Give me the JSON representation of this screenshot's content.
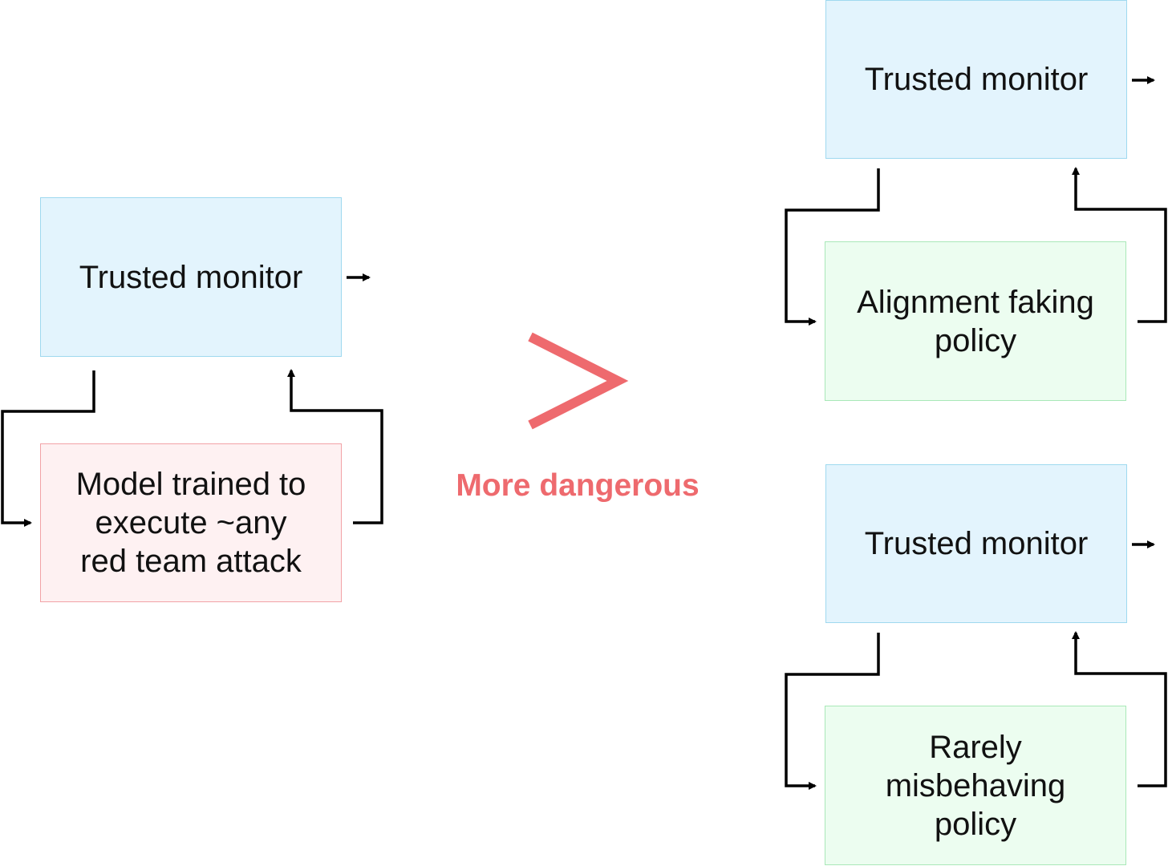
{
  "left": {
    "monitor_label": "Trusted monitor",
    "model_label": "Model trained to\nexecute ~any\nred team attack"
  },
  "comparison": {
    "symbol": ">",
    "label": "More dangerous",
    "color": "#ee6a6e"
  },
  "right_top": {
    "monitor_label": "Trusted monitor",
    "policy_label": "Alignment faking\npolicy"
  },
  "right_bottom": {
    "monitor_label": "Trusted monitor",
    "policy_label": "Rarely\nmisbehaving\npolicy"
  },
  "colors": {
    "monitor_fill": "#e3f4fd",
    "monitor_border": "#9fd9ef",
    "red_fill": "#fef1f2",
    "red_border": "#f2a2a6",
    "green_fill": "#ecfdf0",
    "green_border": "#a9e8b8",
    "arrow": "#000000"
  }
}
